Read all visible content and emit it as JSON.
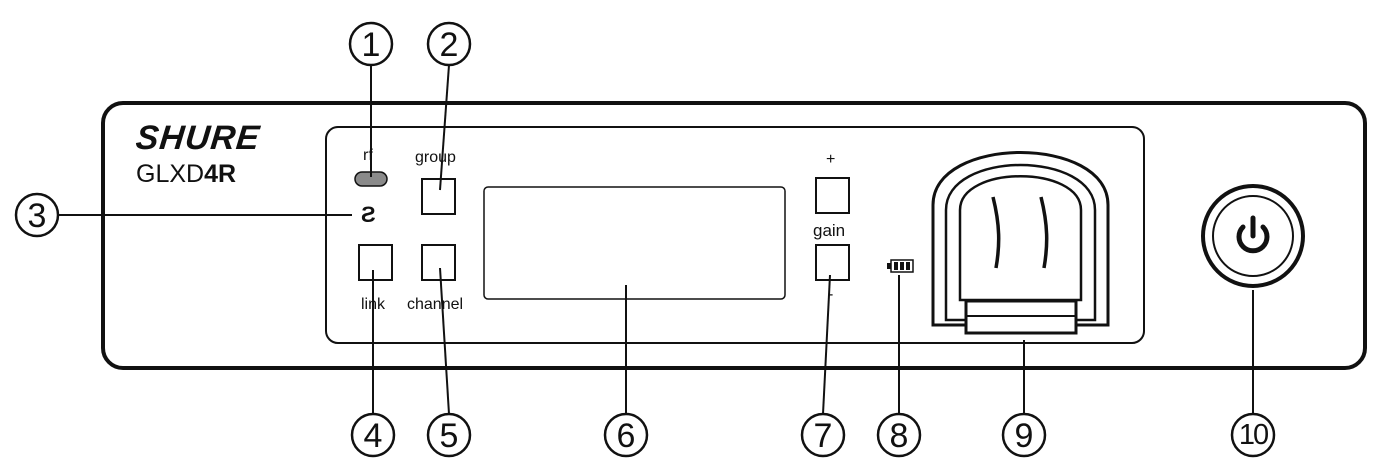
{
  "brand": {
    "logo_text": "SHURE",
    "model_prefix": "GLXD",
    "model_bold": "4R"
  },
  "panel": {
    "rf_label": "rf",
    "sync_symbol": "Ƨ",
    "group_label": "group",
    "link_label": "link",
    "channel_label": "channel",
    "gain_plus": "+",
    "gain_label": "gain",
    "gain_minus": "-"
  },
  "icons": {
    "power": "power-icon",
    "battery": "battery-icon",
    "charging_bay": "charging-bay-icon"
  },
  "callouts": [
    "1",
    "2",
    "3",
    "4",
    "5",
    "6",
    "7",
    "8",
    "9",
    "10"
  ]
}
